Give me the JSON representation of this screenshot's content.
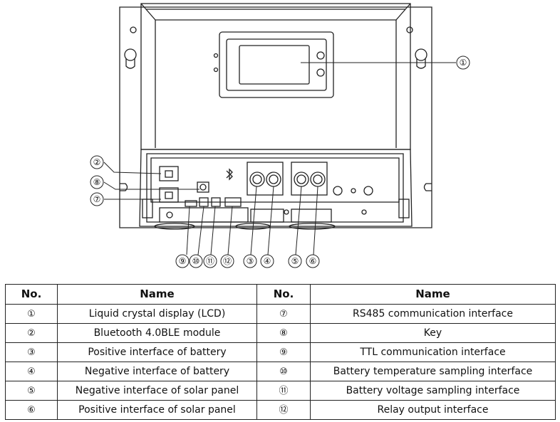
{
  "callouts": [
    {
      "no": "①",
      "target": "lcd"
    },
    {
      "no": "②",
      "target": "bluetooth"
    },
    {
      "no": "③",
      "target": "battery-positive"
    },
    {
      "no": "④",
      "target": "battery-negative"
    },
    {
      "no": "⑤",
      "target": "solar-negative"
    },
    {
      "no": "⑥",
      "target": "solar-positive"
    },
    {
      "no": "⑦",
      "target": "rs485"
    },
    {
      "no": "⑧",
      "target": "key"
    },
    {
      "no": "⑨",
      "target": "ttl"
    },
    {
      "no": "⑩",
      "target": "battery-temp"
    },
    {
      "no": "⑪",
      "target": "battery-voltage"
    },
    {
      "no": "⑫",
      "target": "relay"
    }
  ],
  "table": {
    "headers": [
      "No.",
      "Name",
      "No.",
      "Name"
    ],
    "rows": [
      {
        "no1": "①",
        "name1": "Liquid crystal display (LCD)",
        "no2": "⑦",
        "name2": "RS485 communication interface"
      },
      {
        "no1": "②",
        "name1": "Bluetooth 4.0BLE module",
        "no2": "⑧",
        "name2": "Key"
      },
      {
        "no1": "③",
        "name1": "Positive interface of battery",
        "no2": "⑨",
        "name2": "TTL communication interface"
      },
      {
        "no1": "④",
        "name1": "Negative interface of battery",
        "no2": "⑩",
        "name2": "Battery temperature sampling interface"
      },
      {
        "no1": "⑤",
        "name1": "Negative interface of solar panel",
        "no2": "⑪",
        "name2": "Battery voltage sampling interface"
      },
      {
        "no1": "⑥",
        "name1": "Positive interface of solar panel",
        "no2": "⑫",
        "name2": "Relay output interface"
      }
    ]
  }
}
